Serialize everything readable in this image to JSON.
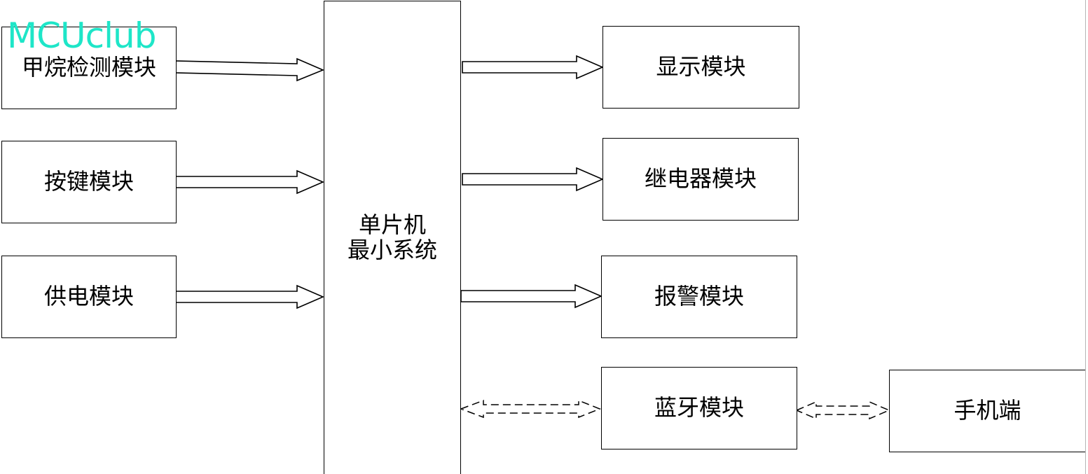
{
  "watermark": "MCUclub",
  "center": {
    "line1": "单片机",
    "line2": "最小系统"
  },
  "inputs": [
    {
      "label": "甲烷检测模块"
    },
    {
      "label": "按键模块"
    },
    {
      "label": "供电模块"
    }
  ],
  "outputs": [
    {
      "label": "显示模块"
    },
    {
      "label": "继电器模块"
    },
    {
      "label": "报警模块"
    },
    {
      "label": "蓝牙模块"
    }
  ],
  "phone": {
    "label": "手机端"
  }
}
